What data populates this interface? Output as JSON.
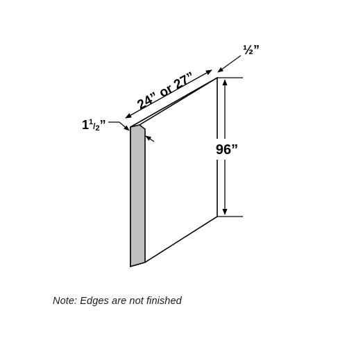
{
  "dimensions": {
    "width": "24” or 27”",
    "height": "96”",
    "thickness": "½”",
    "edge_whole": "1",
    "edge_frac_num": "1",
    "edge_frac_den": "2",
    "edge_inch": "”"
  },
  "note": "Note: Edges are not finished",
  "colors": {
    "panel_face": "#ffffff",
    "panel_edge": "#bfbfbf",
    "line": "#000000"
  }
}
